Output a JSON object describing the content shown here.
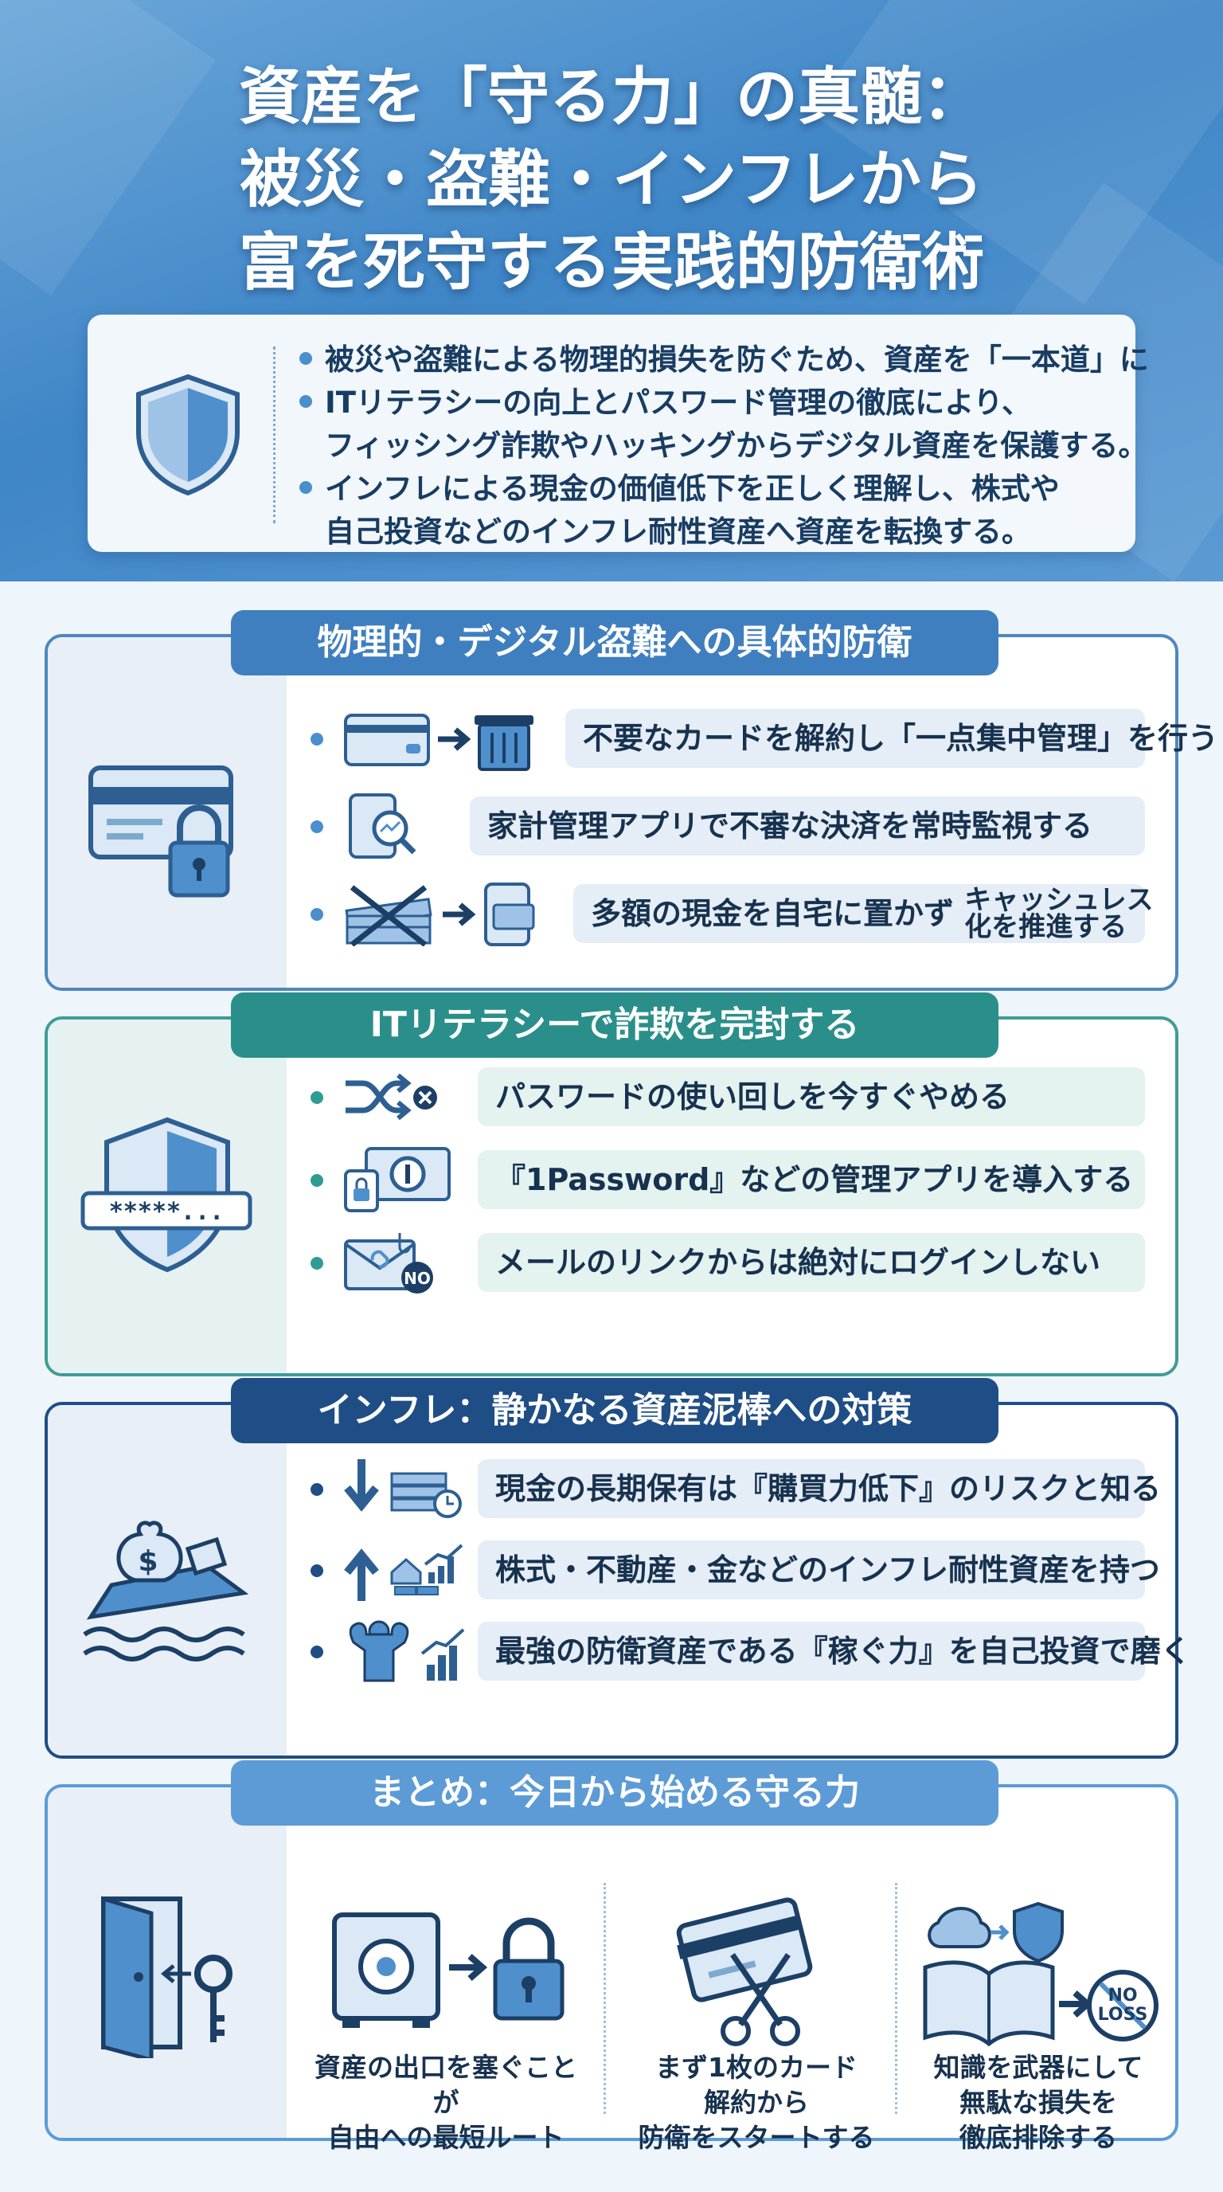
{
  "header": {
    "title_lines": [
      "資産を「守る力」の真髄：",
      "被災・盗難・インフレから",
      "富を死守する実践的防衛術"
    ],
    "summary": [
      {
        "lines": [
          "被災や盗難による物理的損失を防ぐため、資産を「一本道」に"
        ]
      },
      {
        "lines": [
          "ITリテラシーの向上とパスワード管理の徹底により、",
          "フィッシング詐欺やハッキングからデジタル資産を保護する。"
        ]
      },
      {
        "lines": [
          "インフレによる現金の価値低下を正しく理解し、株式や",
          "自己投資などのインフレ耐性資産へ資産を転換する。"
        ]
      }
    ]
  },
  "sections": {
    "physical": {
      "title": "物理的・デジタル盗難への具体的防衛",
      "items": [
        "不要なカードを解約し「一点集中管理」を行う",
        "家計管理アプリで不審な決済を常時監視する"
      ],
      "item3_main": "多額の現金を自宅に置かず",
      "item3_side_1": "キャッシュレス",
      "item3_side_2": "化を推進する"
    },
    "it": {
      "title": "ITリテラシーで詐欺を完封する",
      "items": [
        "パスワードの使い回しを今すぐやめる",
        "『1Password』などの管理アプリを導入する",
        "メールのリンクからは絶対にログインしない"
      ],
      "password_mask": "*****..."
    },
    "inflation": {
      "title": "インフレ：静かなる資産泥棒への対策",
      "items": [
        "現金の長期保有は『購買力低下』のリスクと知る",
        "株式・不動産・金などのインフレ耐性資産を持つ",
        "最強の防衛資産である『稼ぐ力』を自己投資で磨く"
      ],
      "money_symbol": "$"
    },
    "summary": {
      "title": "まとめ：今日から始める守る力",
      "columns": [
        {
          "lines": [
            "資産の出口を塞ぐことが",
            "自由への最短ルート"
          ]
        },
        {
          "lines": [
            "まず1枚のカード",
            "解約から",
            "防衛をスタートする"
          ]
        },
        {
          "lines": [
            "知識を武器にして",
            "無駄な損失を",
            "徹底排除する"
          ]
        }
      ],
      "no_label": "NO",
      "no_loss_1": "NO",
      "no_loss_2": "LOSS"
    }
  },
  "colors": {
    "header_blue": "#3f86c7",
    "badge_blue": "#3f7fc0",
    "badge_teal": "#2a8f8a",
    "badge_navy": "#1f4d86",
    "badge_light": "#5c9bd6",
    "icon_blue": "#3f7fb8"
  }
}
